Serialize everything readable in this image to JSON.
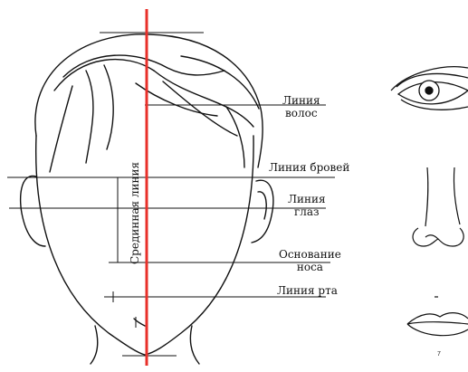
{
  "diagram": {
    "labels": {
      "hair_line_1": "Линия",
      "hair_line_2": "волос",
      "brow_line": "Линия бровей",
      "eye_line_1": "Линия",
      "eye_line_2": "глаз",
      "nose_base_1": "Основание",
      "nose_base_2": "носа",
      "mouth_line": "Линия рта",
      "midline": "Срединная линия",
      "page_number": "7"
    },
    "colors": {
      "midline": "#e8302a",
      "stroke": "#111111"
    }
  }
}
